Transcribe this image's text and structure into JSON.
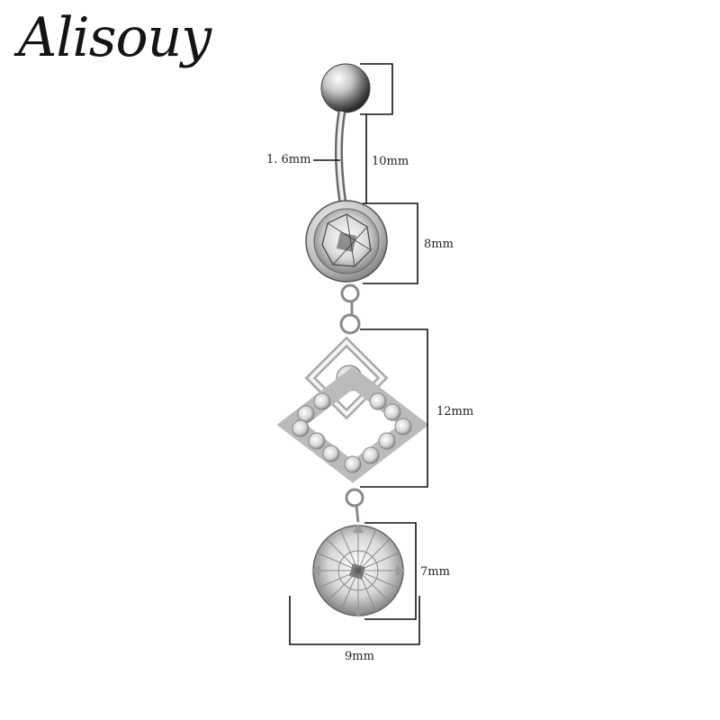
{
  "brand": {
    "name": "Alisouy"
  },
  "dimensions": {
    "gauge": "1. 6mm",
    "bar_length": "10mm",
    "top_gem": "8mm",
    "square_charm": "12mm",
    "bottom_gem_height": "7mm",
    "bottom_gem_width": "9mm"
  }
}
